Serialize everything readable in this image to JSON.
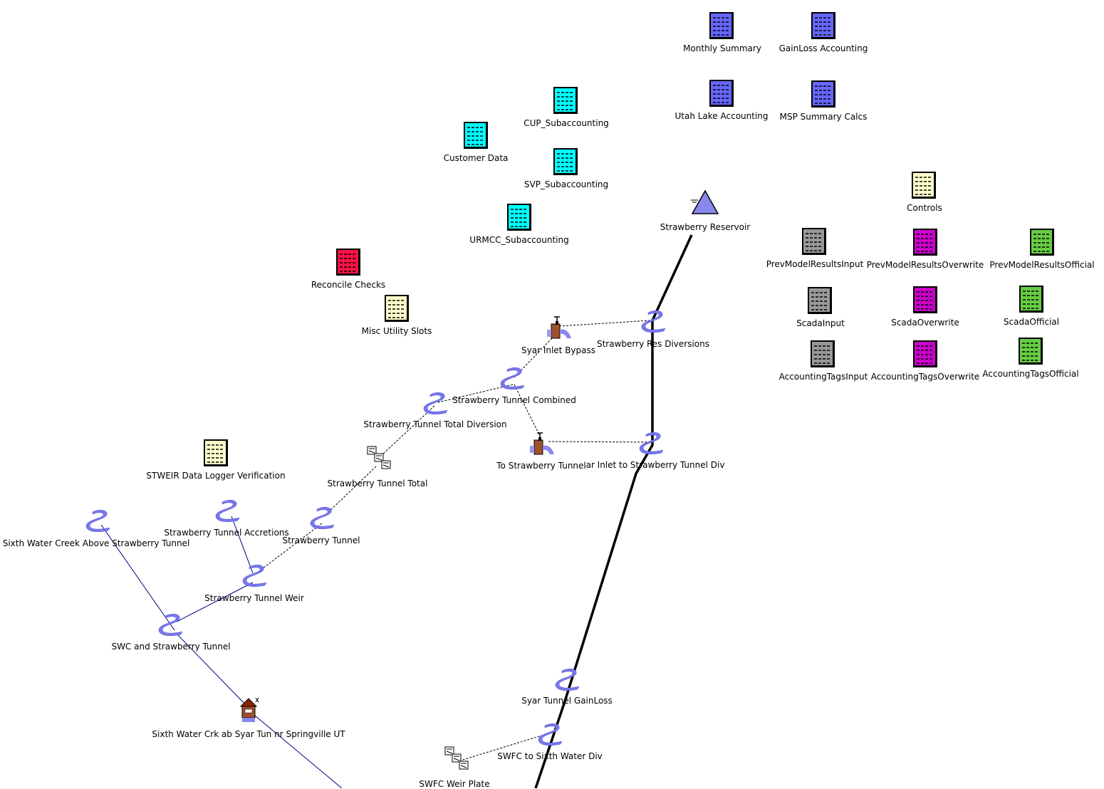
{
  "colors": {
    "blue_table": "#6666ff",
    "cyan_table": "#00ffff",
    "red_table": "#ff1144",
    "yellow_table": "#ffffcc",
    "gray_table": "#999999",
    "magenta_table": "#cc00cc",
    "green_table": "#66cc44",
    "reach": "#7777ee",
    "reservoir": "#8888ee"
  },
  "tables": {
    "monthly_summary": "Monthly Summary",
    "gainloss_accounting": "GainLoss Accounting",
    "utah_lake_accounting": "Utah Lake Accounting",
    "msp_summary_calcs": "MSP Summary Calcs",
    "cup_subaccounting": "CUP_Subaccounting",
    "customer_data": "Customer Data",
    "svp_subaccounting": "SVP_Subaccounting",
    "urmcc_subaccounting": "URMCC_Subaccounting",
    "reconcile_checks": "Reconcile Checks",
    "misc_utility_slots": "Misc Utility Slots",
    "controls": "Controls",
    "prev_model_results_input": "PrevModelResultsInput",
    "prev_model_results_overwrite": "PrevModelResultsOverwrite",
    "prev_model_results_official": "PrevModelResultsOfficial",
    "scada_input": "ScadaInput",
    "scada_overwrite": "ScadaOverwrite",
    "scada_official": "ScadaOfficial",
    "accounting_tags_input": "AccountingTagsInput",
    "accounting_tags_overwrite": "AccountingTagsOverwrite",
    "accounting_tags_official": "AccountingTagsOfficial",
    "stweir_data_logger": "STWEIR Data Logger Verification"
  },
  "objects": {
    "strawberry_reservoir": "Strawberry Reservoir",
    "strawberry_res_diversions": "Strawberry Res Diversions",
    "syar_inlet_bypass": "Syar Inlet Bypass",
    "strawberry_tunnel_combined": "Strawberry Tunnel Combined",
    "strawberry_tunnel_total_diversion": "Strawberry Tunnel Total Diversion",
    "to_strawberry_tunnel": "To Strawberry Tunnel",
    "inlet_to_strawberry_tunnel_div": "ar Inlet to Strawberry Tunnel Div",
    "strawberry_tunnel_total": "Strawberry Tunnel Total",
    "sixth_water_creek_above": "Sixth Water Creek Above Strawberry Tunnel",
    "strawberry_tunnel_accretions": "Strawberry Tunnel Accretions",
    "strawberry_tunnel": "Strawberry Tunnel",
    "strawberry_tunnel_weir": "Strawberry Tunnel Weir",
    "swc_and_strawberry_tunnel": "SWC and Strawberry Tunnel",
    "sixth_water_crk_gage": "Sixth Water Crk ab Syar Tun nr Springville UT",
    "syar_tunnel_gainloss": "Syar Tunnel GainLoss",
    "swfc_to_sixth_water_div": "SWFC to Sixth Water Div",
    "swfc_weir_plate": "SWFC Weir Plate"
  }
}
